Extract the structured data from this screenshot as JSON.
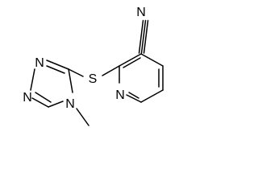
{
  "molecule": {
    "atoms": {
      "nitrile_n": "N",
      "sulfur": "S",
      "pyridine_n": "N",
      "triazole_n1": "N",
      "triazole_n2": "N",
      "triazole_n4": "N"
    }
  },
  "colors": {
    "ink": "#000000",
    "background": "#ffffff"
  }
}
